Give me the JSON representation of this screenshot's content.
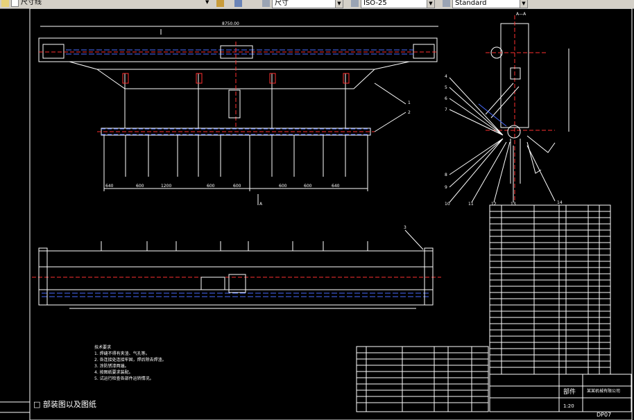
{
  "toolbar": {
    "layer_value": "尺寸线",
    "linetype_value": "尺寸",
    "lineweight_value": "ISO-25",
    "style_value": "Standard"
  },
  "drawing": {
    "section_label": "A—A",
    "overall_dim": "8750.00",
    "bottom_dims": [
      "640",
      "600",
      "1200",
      "600",
      "600",
      "600",
      "600",
      "640"
    ],
    "callouts": [
      "1",
      "2",
      "3",
      "4",
      "5",
      "6",
      "7",
      "8",
      "9",
      "10",
      "11",
      "12",
      "13",
      "14"
    ],
    "view_marker": "A"
  },
  "tech_notes": {
    "title": "技术要求",
    "lines": [
      "1. 焊缝不得有夹渣、气孔等。",
      "2. 各连接处连接牢固，焊后除去焊渣。",
      "3. 涂防锈漆两遍。",
      "4. 按图纸要求装配。",
      "5. 试运行检查各部件运转情况。"
    ]
  },
  "title_block": {
    "drawing_name": "部件",
    "project": "某某机械有限公司",
    "drawing_no": "DP07",
    "scale": "1:20"
  },
  "tab_label": "□ 部装图以及图纸"
}
